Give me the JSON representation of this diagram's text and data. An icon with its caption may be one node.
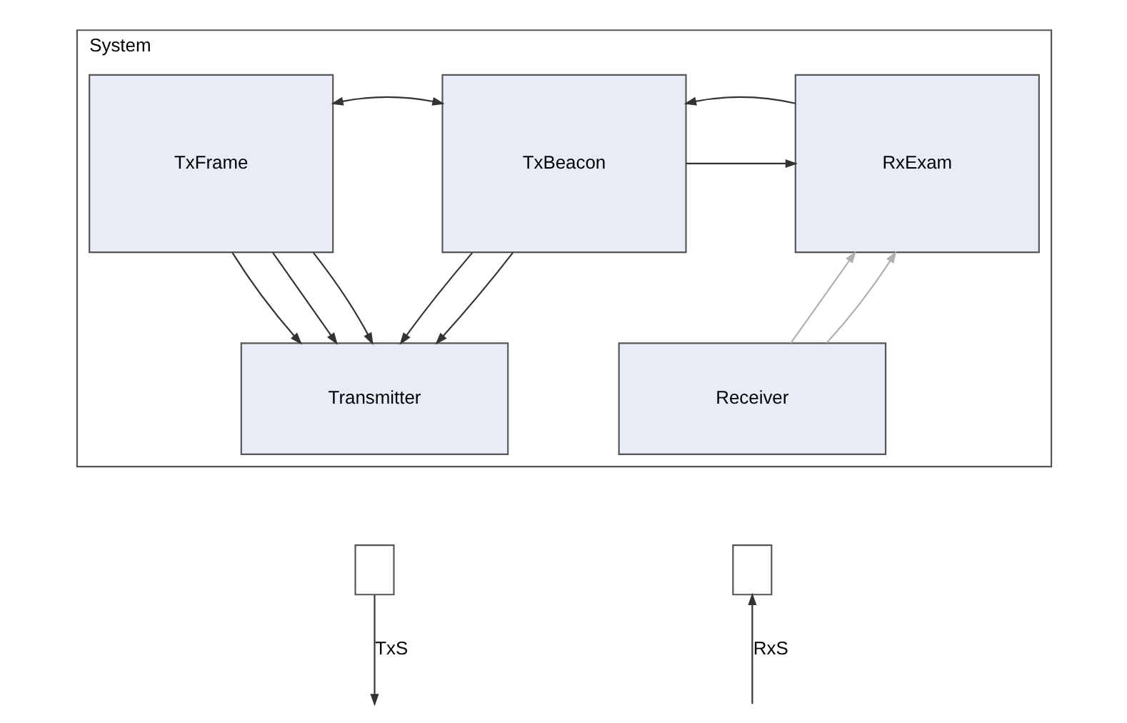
{
  "diagram": {
    "nodes": [
      {
        "text": [
          "System"
        ]
      },
      {
        "text": [
          "TxFrame"
        ],
        "in": 0
      },
      {
        "text": [
          "TxBeacon"
        ],
        "in": 0
      },
      {
        "text": [
          "RxExam"
        ],
        "in": 0
      },
      {
        "text": [
          "Transmitter"
        ],
        "in": 0
      },
      {
        "text": [
          "Receiver"
        ],
        "in": 0
      },
      {
        "text": [],
        "shape": "box"
      },
      {
        "text": [],
        "shape": "box"
      }
    ],
    "edges": [
      {
        "from": 1,
        "to": 2,
        "arrow": "both"
      },
      {
        "from": 2,
        "to": 3,
        "arrow": "to"
      },
      {
        "from": 3,
        "to": 2,
        "arrow": "to"
      },
      {
        "from": 1,
        "to": 4,
        "arrow": "to"
      },
      {
        "from": 1,
        "to": 4,
        "arrow": "to"
      },
      {
        "from": 1,
        "to": 4,
        "arrow": "to"
      },
      {
        "from": 2,
        "to": 4,
        "arrow": "to"
      },
      {
        "from": 2,
        "to": 4,
        "arrow": "to"
      },
      {
        "from": 5,
        "to": 3,
        "arrow": "to",
        "color": "#b0b0b0"
      },
      {
        "from": 5,
        "to": 3,
        "arrow": "to",
        "color": "#b0b0b0"
      },
      {
        "from": 6,
        "to": null,
        "arrow": "to",
        "label": "TxS"
      },
      {
        "from": null,
        "to": 7,
        "arrow": "to",
        "label": "RxS"
      }
    ]
  }
}
